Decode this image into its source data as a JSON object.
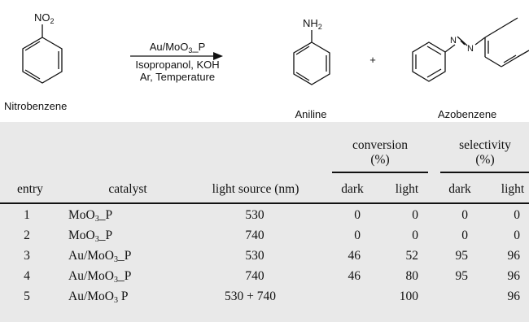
{
  "scheme": {
    "reactant": {
      "label": "Nitrobenzene",
      "substituent": "NO",
      "substituent_sub": "2"
    },
    "arrow": {
      "catalyst_main": "Au/MoO",
      "catalyst_sub": "3",
      "catalyst_tail": "_P",
      "line2": "Isopropanol, KOH",
      "line3": "Ar, Temperature"
    },
    "product1": {
      "label": "Aniline",
      "substituent": "NH",
      "substituent_sub": "2"
    },
    "plus": "+",
    "product2": {
      "label": "Azobenzene",
      "n1": "N",
      "n2": "N"
    }
  },
  "table": {
    "group_headers": {
      "conversion": [
        "conversion",
        "(%)"
      ],
      "selectivity": [
        "selectivity",
        "(%)"
      ]
    },
    "columns": [
      "entry",
      "catalyst",
      "light source (nm)",
      "dark",
      "light",
      "dark",
      "light"
    ],
    "rows": [
      {
        "entry": "1",
        "cat_main": "MoO",
        "cat_sub": "3",
        "cat_tail": "_P",
        "light_source": "530",
        "conv_dark": "0",
        "conv_light": "0",
        "sel_dark": "0",
        "sel_light": "0"
      },
      {
        "entry": "2",
        "cat_main": "MoO",
        "cat_sub": "3",
        "cat_tail": "_P",
        "light_source": "740",
        "conv_dark": "0",
        "conv_light": "0",
        "sel_dark": "0",
        "sel_light": "0"
      },
      {
        "entry": "3",
        "cat_main": "Au/MoO",
        "cat_sub": "3",
        "cat_tail": "_P",
        "light_source": "530",
        "conv_dark": "46",
        "conv_light": "52",
        "sel_dark": "95",
        "sel_light": "96"
      },
      {
        "entry": "4",
        "cat_main": "Au/MoO",
        "cat_sub": "3",
        "cat_tail": "_P",
        "light_source": "740",
        "conv_dark": "46",
        "conv_light": "80",
        "sel_dark": "95",
        "sel_light": "96"
      },
      {
        "entry": "5",
        "cat_main": "Au/MoO",
        "cat_sub": "3",
        "cat_tail": " P",
        "light_source": "530 + 740",
        "conv_dark": "",
        "conv_light": "100",
        "sel_dark": "",
        "sel_light": "96"
      }
    ]
  }
}
